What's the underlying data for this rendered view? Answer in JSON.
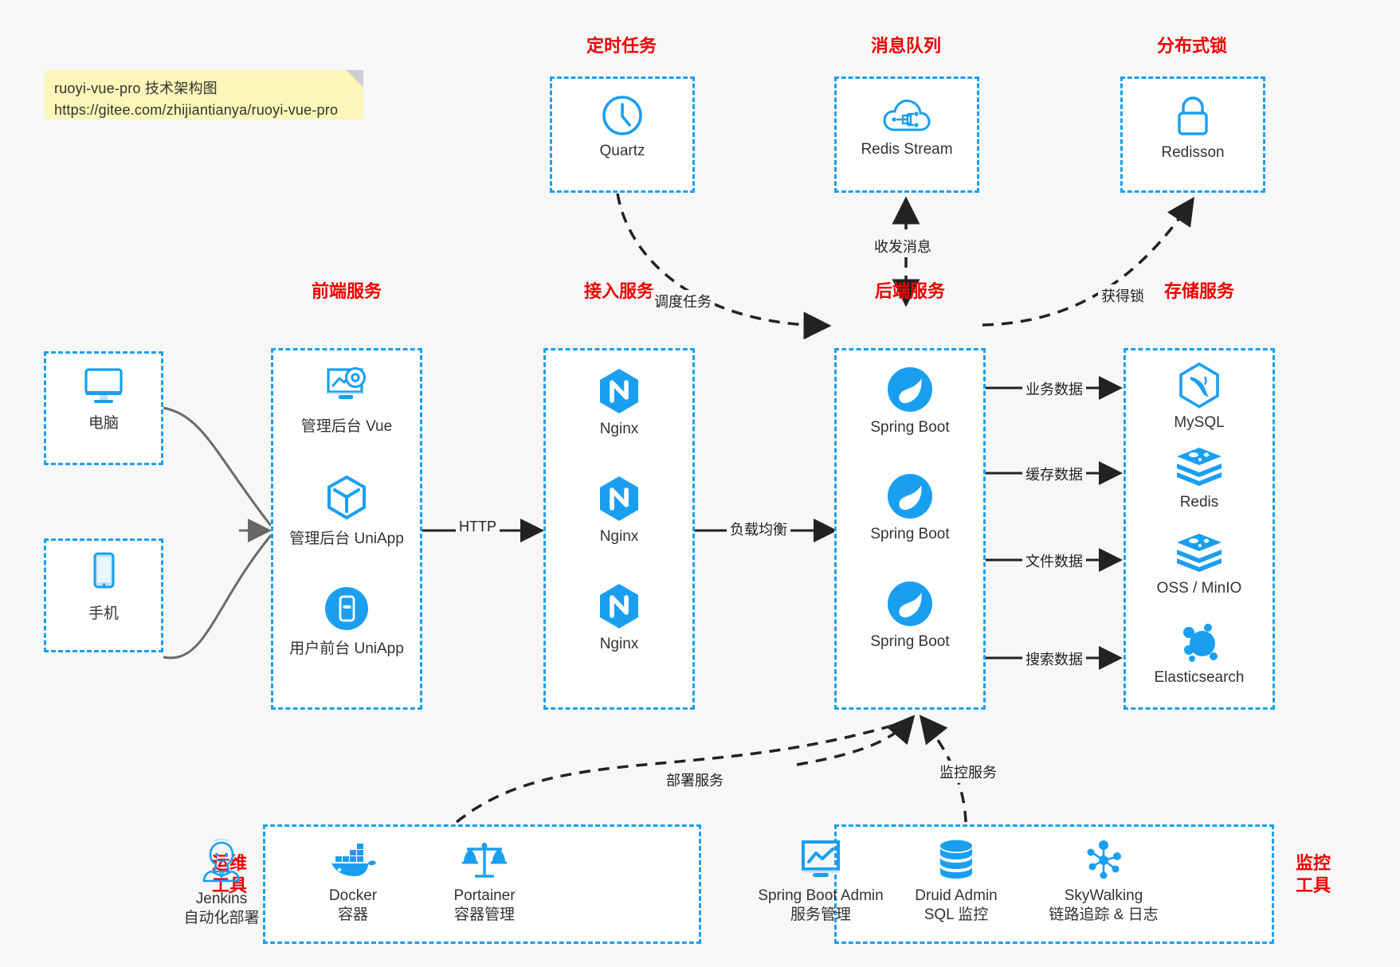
{
  "note": {
    "line1": "ruoyi-vue-pro 技术架构图",
    "line2": "https://gitee.com/zhijiantianya/ruoyi-vue-pro",
    "bg": "#fcf6b8"
  },
  "colors": {
    "accent": "#1a9ff0",
    "group_title": "#ef0000",
    "edge": "#222222",
    "curve": "#555555",
    "canvas_bg": "#f7f7f7"
  },
  "groups": {
    "scheduler": {
      "title": "定时任务",
      "nodes": [
        {
          "label": "Quartz",
          "icon": "clock-icon"
        }
      ]
    },
    "mq": {
      "title": "消息队列",
      "nodes": [
        {
          "label": "Redis Stream",
          "icon": "cloud-network-icon"
        }
      ]
    },
    "lock": {
      "title": "分布式锁",
      "nodes": [
        {
          "label": "Redisson",
          "icon": "padlock-icon"
        }
      ]
    },
    "clients": {
      "nodes": [
        {
          "label": "电脑",
          "icon": "desktop-monitor-icon"
        },
        {
          "label": "手机",
          "icon": "smartphone-icon"
        }
      ]
    },
    "frontend": {
      "title": "前端服务",
      "nodes": [
        {
          "label": "管理后台 Vue",
          "icon": "dashboard-gear-icon"
        },
        {
          "label": "管理后台 UniApp",
          "icon": "hexagon-cube-icon"
        },
        {
          "label": "用户前台 UniApp",
          "icon": "phone-app-icon"
        }
      ]
    },
    "gateway": {
      "title": "接入服务",
      "nodes": [
        {
          "label": "Nginx",
          "icon": "nginx-icon"
        },
        {
          "label": "Nginx",
          "icon": "nginx-icon"
        },
        {
          "label": "Nginx",
          "icon": "nginx-icon"
        }
      ]
    },
    "backend": {
      "title": "后端服务",
      "nodes": [
        {
          "label": "Spring Boot",
          "icon": "spring-leaf-icon"
        },
        {
          "label": "Spring Boot",
          "icon": "spring-leaf-icon"
        },
        {
          "label": "Spring Boot",
          "icon": "spring-leaf-icon"
        }
      ]
    },
    "storage": {
      "title": "存储服务",
      "nodes": [
        {
          "label": "MySQL",
          "icon": "mysql-dolphin-icon"
        },
        {
          "label": "Redis",
          "icon": "redis-stack-icon"
        },
        {
          "label": "OSS / MinIO",
          "icon": "redis-stack-icon"
        },
        {
          "label": "Elasticsearch",
          "icon": "elasticsearch-icon"
        }
      ]
    },
    "devops": {
      "title_line1": "运维",
      "title_line2": "工具",
      "nodes": [
        {
          "label": "Jenkins",
          "sub": "自动化部署",
          "icon": "jenkins-butler-icon"
        },
        {
          "label": "Docker",
          "sub": "容器",
          "icon": "docker-whale-icon"
        },
        {
          "label": "Portainer",
          "sub": "容器管理",
          "icon": "scales-icon"
        }
      ]
    },
    "monitor": {
      "title_line1": "监控",
      "title_line2": "工具",
      "nodes": [
        {
          "label": "Spring Boot Admin",
          "sub": "服务管理",
          "icon": "monitor-chart-icon"
        },
        {
          "label": "Druid Admin",
          "sub": "SQL 监控",
          "icon": "database-cylinder-icon"
        },
        {
          "label": "SkyWalking",
          "sub": "链路追踪 & 日志",
          "icon": "skywalking-node-icon"
        }
      ]
    }
  },
  "edges": {
    "http": "HTTP",
    "load_balance": "负载均衡",
    "schedule_task": "调度任务",
    "send_receive_msg": "收发消息",
    "acquire_lock": "获得锁",
    "business_data": "业务数据",
    "cache_data": "缓存数据",
    "file_data": "文件数据",
    "search_data": "搜索数据",
    "deploy_service": "部署服务",
    "monitor_service": "监控服务"
  }
}
